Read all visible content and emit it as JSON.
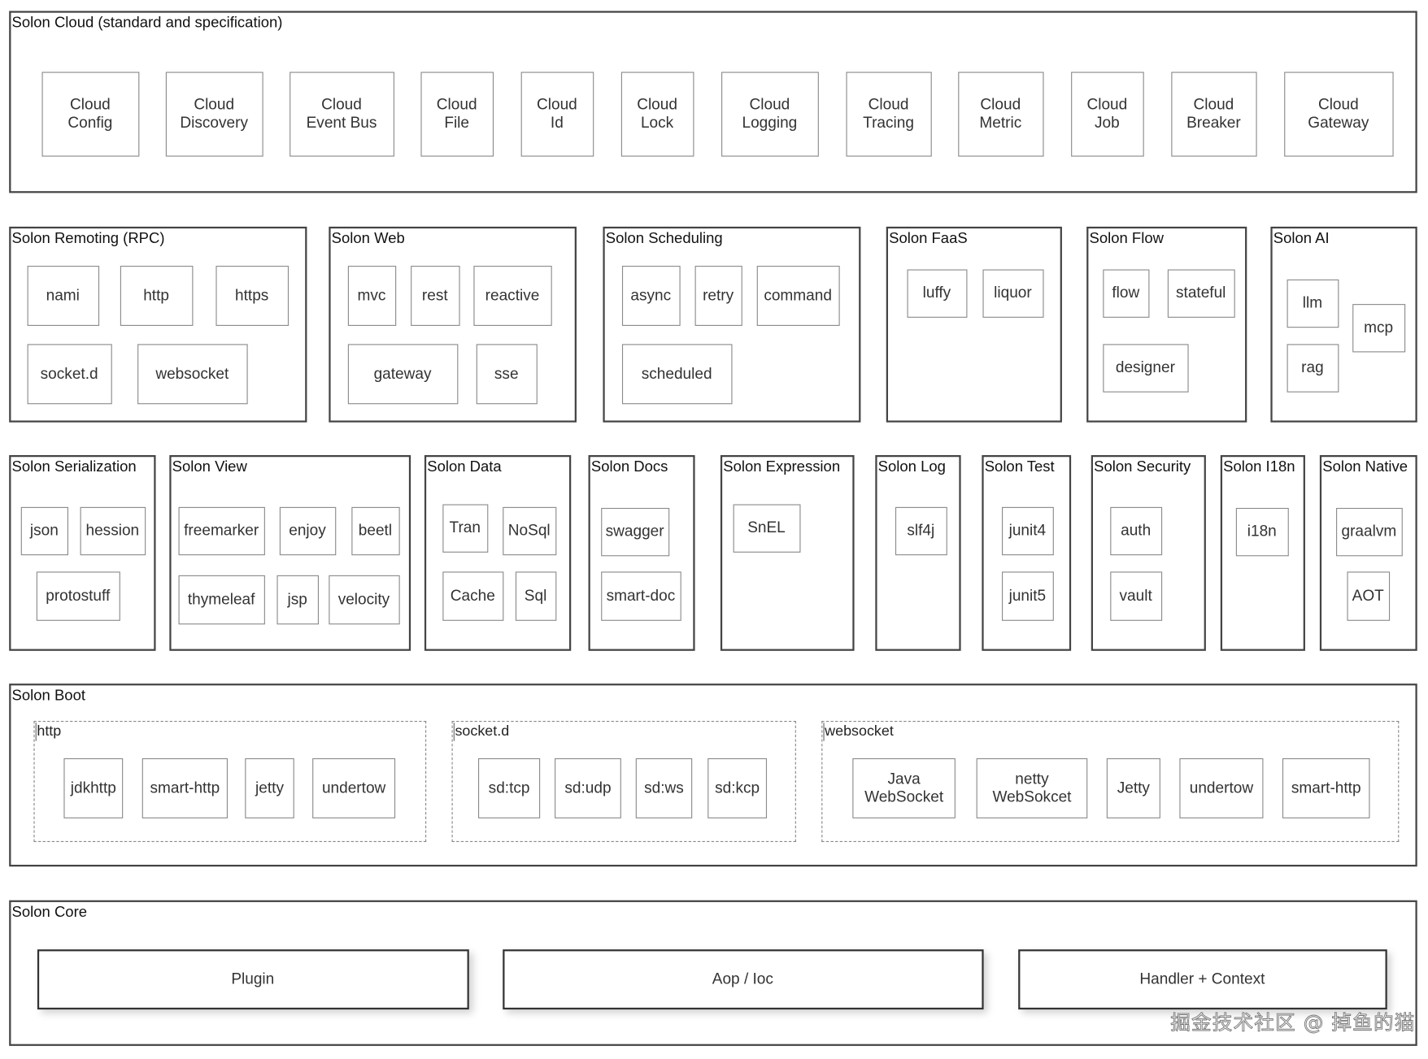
{
  "sections": [
    {
      "title": "Solon Cloud (standard and specification)",
      "items": [
        "Cloud\nConfig",
        "Cloud\nDiscovery",
        "Cloud\nEvent Bus",
        "Cloud\nFile",
        "Cloud\nId",
        "Cloud\nLock",
        "Cloud\nLogging",
        "Cloud\nTracing",
        "Cloud\nMetric",
        "Cloud\nJob",
        "Cloud\nBreaker",
        "Cloud\nGateway"
      ]
    },
    {
      "title": "Solon Remoting (RPC)",
      "items": [
        "nami",
        "http",
        "https",
        "socket.d",
        "websocket"
      ]
    },
    {
      "title": "Solon Web",
      "items": [
        "mvc",
        "rest",
        "reactive",
        "gateway",
        "sse"
      ]
    },
    {
      "title": "Solon Scheduling",
      "items": [
        "async",
        "retry",
        "command",
        "scheduled"
      ]
    },
    {
      "title": "Solon FaaS",
      "items": [
        "luffy",
        "liquor"
      ]
    },
    {
      "title": "Solon Flow",
      "items": [
        "flow",
        "stateful",
        "designer"
      ]
    },
    {
      "title": "Solon AI",
      "items": [
        "llm",
        "mcp",
        "rag"
      ]
    },
    {
      "title": "Solon Serialization",
      "items": [
        "json",
        "hession",
        "protostuff"
      ]
    },
    {
      "title": "Solon View",
      "items": [
        "freemarker",
        "enjoy",
        "beetl",
        "thymeleaf",
        "jsp",
        "velocity"
      ]
    },
    {
      "title": "Solon Data",
      "items": [
        "Tran",
        "NoSql",
        "Cache",
        "Sql"
      ]
    },
    {
      "title": "Solon Docs",
      "items": [
        "swagger",
        "smart-doc"
      ]
    },
    {
      "title": "Solon Expression",
      "items": [
        "SnEL"
      ]
    },
    {
      "title": "Solon Log",
      "items": [
        "slf4j"
      ]
    },
    {
      "title": "Solon Test",
      "items": [
        "junit4",
        "junit5"
      ]
    },
    {
      "title": "Solon Security",
      "items": [
        "auth",
        "vault"
      ]
    },
    {
      "title": "Solon I18n",
      "items": [
        "i18n"
      ]
    },
    {
      "title": "Solon Native",
      "items": [
        "graalvm",
        "AOT"
      ]
    },
    {
      "title": "Solon Boot",
      "items": [],
      "groups": [
        {
          "title": "http",
          "items": [
            "jdkhttp",
            "smart-http",
            "jetty",
            "undertow"
          ]
        },
        {
          "title": "socket.d",
          "items": [
            "sd:tcp",
            "sd:udp",
            "sd:ws",
            "sd:kcp"
          ]
        },
        {
          "title": "websocket",
          "items": [
            "Java\nWebSocket",
            "netty\nWebSokcet",
            "Jetty",
            "undertow",
            "smart-http"
          ]
        }
      ]
    },
    {
      "title": "Solon Core",
      "items": [
        "Plugin",
        "Aop / Ioc",
        "Handler + Context"
      ]
    }
  ],
  "watermark": "掘金技术社区 @ 掉鱼的猫"
}
